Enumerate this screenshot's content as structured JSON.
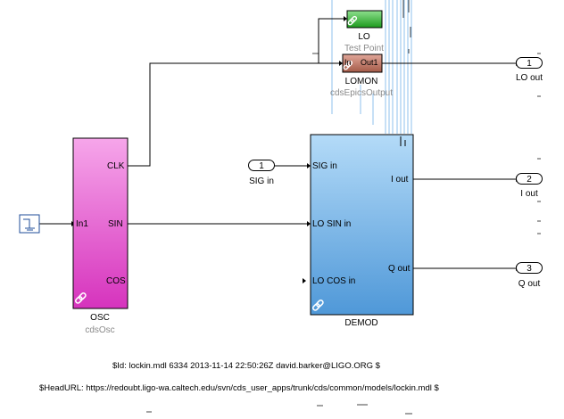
{
  "blocks": {
    "osc": {
      "name": "OSC",
      "type": "cdsOsc",
      "ports_in": [
        "In1"
      ],
      "ports_out": [
        "CLK",
        "SIN",
        "COS"
      ]
    },
    "demod": {
      "name": "DEMOD",
      "ports_in": [
        "SIG in",
        "LO SIN in",
        "LO COS in"
      ],
      "ports_out": [
        "I out",
        "Q out"
      ]
    },
    "lo": {
      "name": "LO",
      "type": "Test Point"
    },
    "lomon": {
      "name": "LOMON",
      "type": "cdsEpicsOutput",
      "port_in": "In",
      "port_out": "Out1"
    }
  },
  "inports": [
    {
      "number": "1",
      "label": "SIG in"
    }
  ],
  "outports": [
    {
      "number": "1",
      "label": "LO out"
    },
    {
      "number": "2",
      "label": "I out"
    },
    {
      "number": "3",
      "label": "Q out"
    }
  ],
  "footer": {
    "id_line": "$Id: lockin.mdl 6334 2013-11-14 22:50:26Z david.barker@LIGO.ORG $",
    "url_line": "$HeadURL: https://redoubt.ligo-wa.caltech.edu/svn/cds_user_apps/trunk/cds/common/models/lockin.mdl $"
  },
  "colors": {
    "osc_fill": "#e255c8",
    "demod_fill": "#78b7ea",
    "lo_fill": "#3db43d",
    "lomon_fill": "#b87060",
    "wire": "#000000"
  }
}
